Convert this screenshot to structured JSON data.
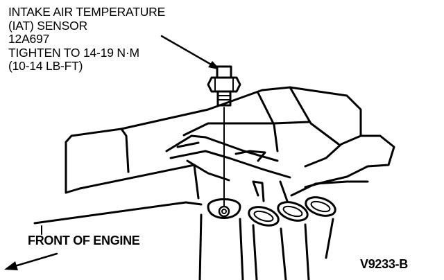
{
  "callout": {
    "line1": "INTAKE AIR TEMPERATURE",
    "line2": "(IAT) SENSOR",
    "line3": "12A697",
    "line4": "TIGHTEN TO 14-19 N·m",
    "line5": "(10-14 LB-FT)"
  },
  "direction_label": "FRONT OF ENGINE",
  "figure_code": "V9233-B"
}
